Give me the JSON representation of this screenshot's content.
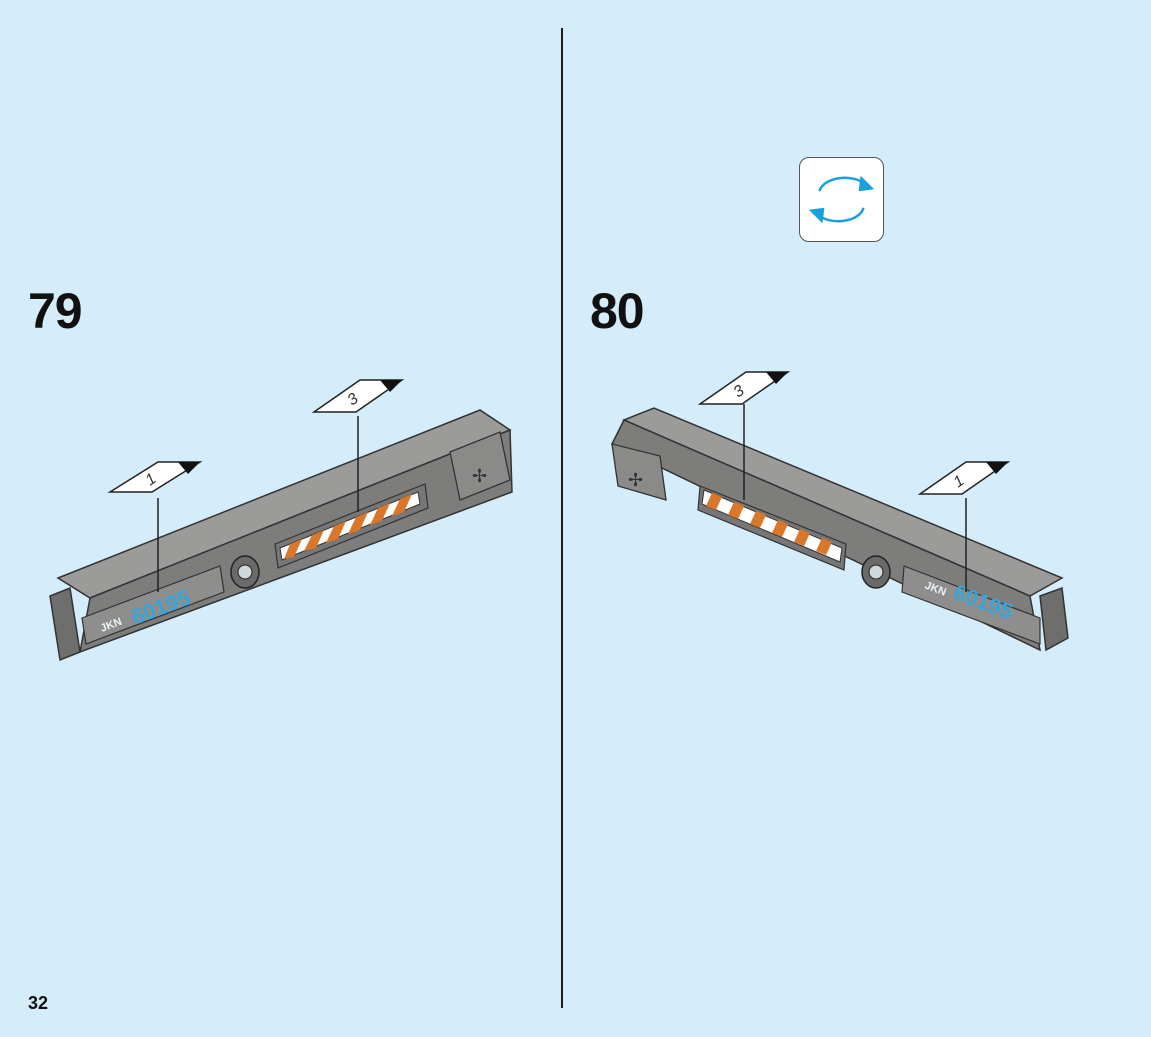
{
  "page": {
    "number": "32",
    "background": "#d5ecfa"
  },
  "steps": [
    {
      "number": "79",
      "callouts": [
        {
          "sticker": "1"
        },
        {
          "sticker": "3"
        }
      ],
      "print_text": {
        "prefix": "JKN",
        "code": "60195"
      }
    },
    {
      "number": "80",
      "callouts": [
        {
          "sticker": "3"
        },
        {
          "sticker": "1"
        }
      ],
      "print_text": {
        "prefix": "JKN",
        "code": "60195"
      },
      "rotate_indicator": "rotate-model-icon"
    }
  ],
  "colors": {
    "accent_arrow": "#1aa0dd",
    "print_text": "#3aa3d8",
    "hazard_orange": "#d9772a",
    "brick_grey": "#8a8a88"
  }
}
